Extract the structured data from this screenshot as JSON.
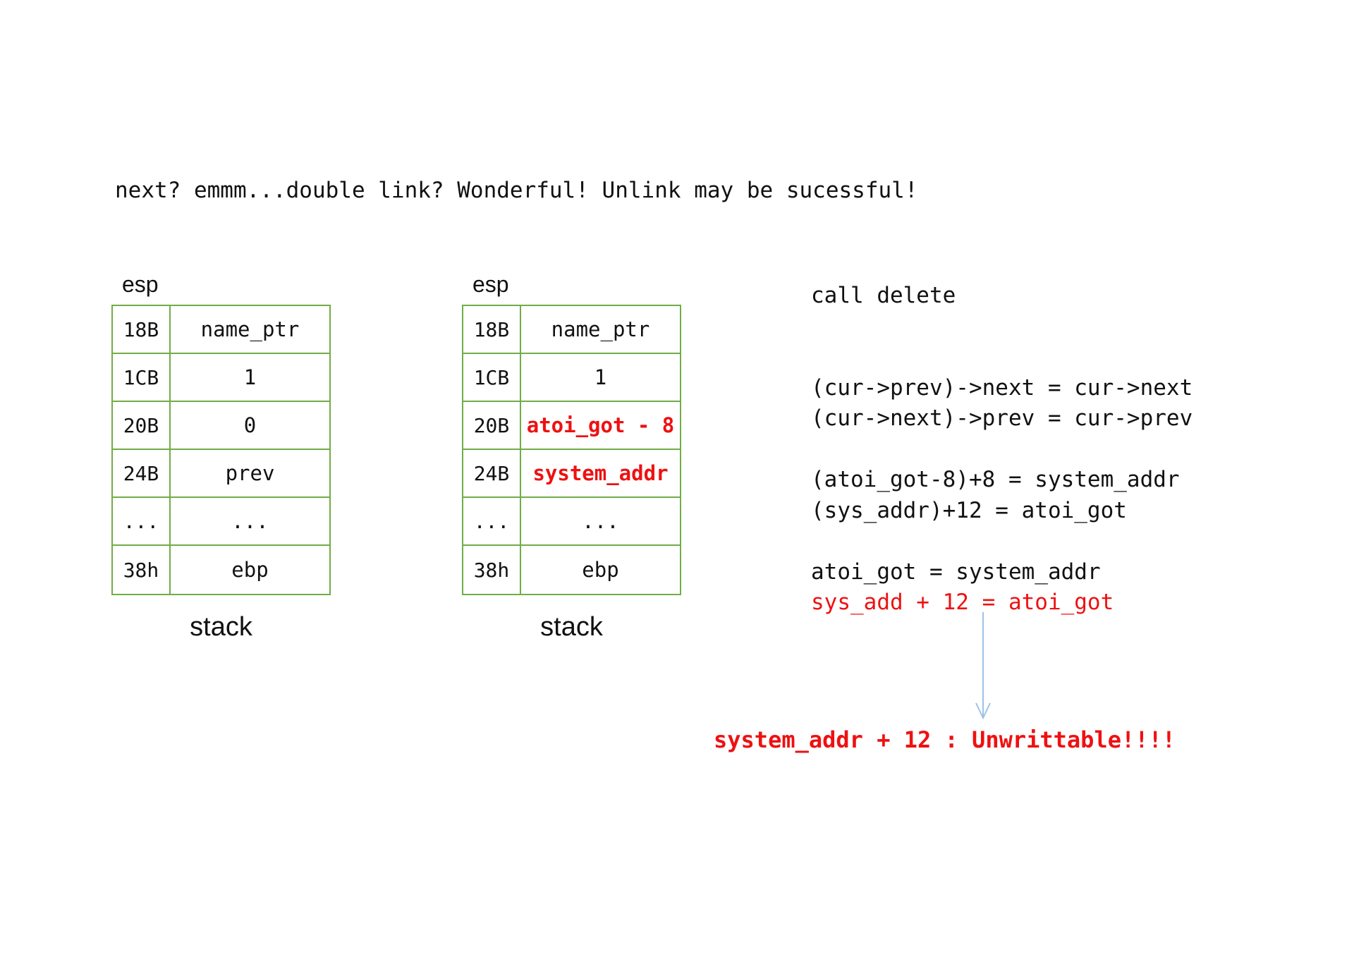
{
  "title": "next? emmm...double link? Wonderful! Unlink may be sucessful!",
  "colors": {
    "table_border": "#70ad47",
    "highlight_red": "#ee1111",
    "arrow_blue": "#9dc3e6",
    "text": "#111111"
  },
  "tables": [
    {
      "esp_label": "esp",
      "caption": "stack",
      "rows": [
        {
          "addr": "18B",
          "value": "name_ptr",
          "red": false
        },
        {
          "addr": "1CB",
          "value": "1",
          "red": false
        },
        {
          "addr": "20B",
          "value": "0",
          "red": false
        },
        {
          "addr": "24B",
          "value": "prev",
          "red": false
        },
        {
          "addr": "...",
          "value": "...",
          "red": false
        },
        {
          "addr": "38h",
          "value": "ebp",
          "red": false
        }
      ]
    },
    {
      "esp_label": "esp",
      "caption": "stack",
      "rows": [
        {
          "addr": "18B",
          "value": "name_ptr",
          "red": false
        },
        {
          "addr": "1CB",
          "value": "1",
          "red": false
        },
        {
          "addr": "20B",
          "value": "atoi_got - 8",
          "red": true
        },
        {
          "addr": "24B",
          "value": "system_addr",
          "red": true
        },
        {
          "addr": "...",
          "value": "...",
          "red": false
        },
        {
          "addr": "38h",
          "value": "ebp",
          "red": false
        }
      ]
    }
  ],
  "notes": {
    "lines": [
      {
        "text": "call delete",
        "red": false
      },
      {
        "text": "",
        "red": false
      },
      {
        "text": "",
        "red": false
      },
      {
        "text": "(cur->prev)->next = cur->next",
        "red": false
      },
      {
        "text": "(cur->next)->prev = cur->prev",
        "red": false
      },
      {
        "text": "",
        "red": false
      },
      {
        "text": "(atoi_got-8)+8 = system_addr",
        "red": false
      },
      {
        "text": "(sys_addr)+12 = atoi_got",
        "red": false
      },
      {
        "text": "",
        "red": false
      },
      {
        "text": "atoi_got = system_addr",
        "red": false
      },
      {
        "text": "sys_add + 12 = atoi_got",
        "red": true
      }
    ]
  },
  "footnote": "system_addr + 12 : Unwrittable!!!!"
}
